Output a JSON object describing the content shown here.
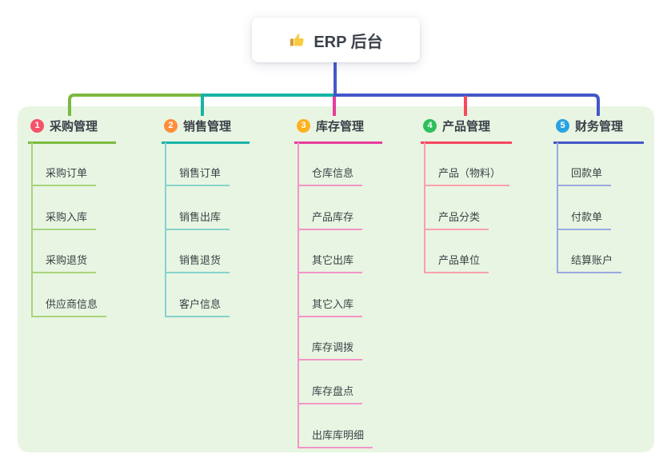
{
  "root": {
    "label": "ERP 后台",
    "icon": "thumbs-up-icon"
  },
  "colors": {
    "page_background": "#ffffff",
    "panel_background": "#e8f5e2",
    "text": "#3b4149",
    "trunk": "#4c58c8"
  },
  "branches": [
    {
      "index": "1",
      "label": "采购管理",
      "badge_color": "#f7526b",
      "line_color": "#7cb93f",
      "light_color": "#a9d47c",
      "children": [
        "采购订单",
        "采购入库",
        "采购退货",
        "供应商信息"
      ]
    },
    {
      "index": "2",
      "label": "销售管理",
      "badge_color": "#ff8e3c",
      "line_color": "#17b3a6",
      "light_color": "#85d3cb",
      "children": [
        "销售订单",
        "销售出库",
        "销售退货",
        "客户信息"
      ]
    },
    {
      "index": "3",
      "label": "库存管理",
      "badge_color": "#ffb120",
      "line_color": "#e83c9c",
      "light_color": "#f295c7",
      "children": [
        "仓库信息",
        "产品库存",
        "其它出库",
        "其它入库",
        "库存调拨",
        "库存盘点",
        "出库库明细"
      ]
    },
    {
      "index": "4",
      "label": "产品管理",
      "badge_color": "#2fbf5b",
      "line_color": "#f8475e",
      "light_color": "#faa0ab",
      "children": [
        "产品（物料）",
        "产品分类",
        "产品单位"
      ]
    },
    {
      "index": "5",
      "label": "财务管理",
      "badge_color": "#29a3df",
      "line_color": "#4457c9",
      "light_color": "#9aa9e0",
      "children": [
        "回款单",
        "付款单",
        "结算账户"
      ]
    }
  ]
}
